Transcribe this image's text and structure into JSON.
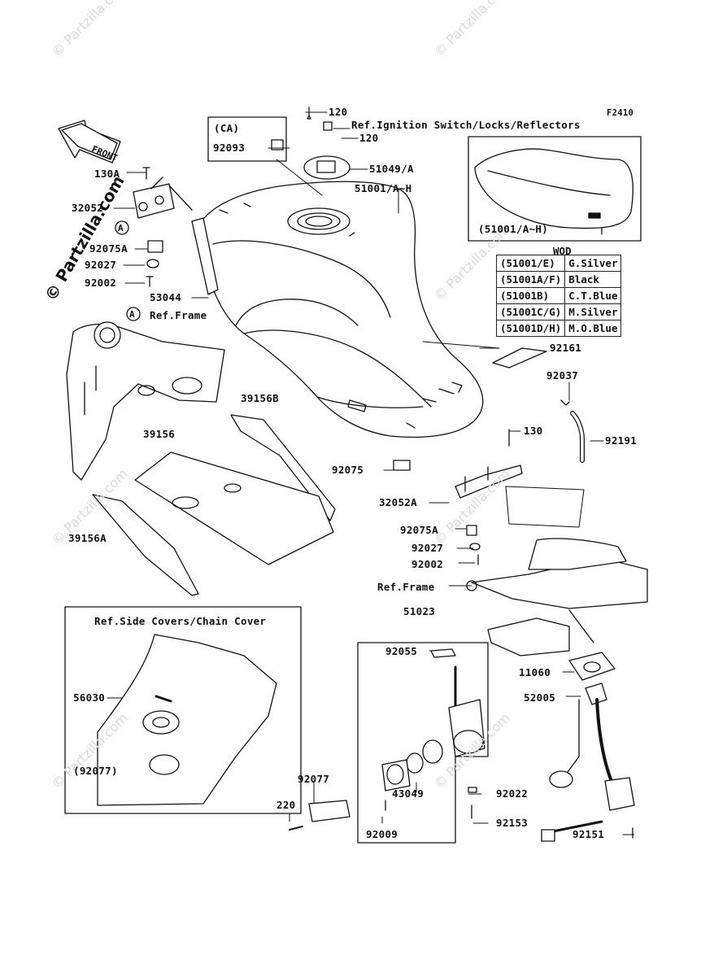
{
  "figure_code": "F2410",
  "watermark": "© Partzilla.com",
  "side_watermark": "© Partzilla.com",
  "front_label": "FRONT",
  "callout_a": "A",
  "labels": {
    "p120a": "120",
    "p120b": "120",
    "ref_ignition": "Ref.Ignition Switch/Locks/Reflectors",
    "ca": "(CA)",
    "p92093": "92093",
    "p51049": "51049/A",
    "p51001": "51001/A~H",
    "p51001_inset": "(51001/A~H)",
    "p130a": "130A",
    "p32052": "32052",
    "p92075a_top": "92075A",
    "p92027_top": "92027",
    "p92002_top": "92002",
    "p53044": "53044",
    "ref_frame_top": "Ref.Frame",
    "p92161": "92161",
    "p92037": "92037",
    "p39156b": "39156B",
    "p39156": "39156",
    "p130": "130",
    "p92191": "92191",
    "p92075": "92075",
    "p32052a": "32052A",
    "p39156a": "39156A",
    "p92075a_bot": "92075A",
    "p92027_bot": "92027",
    "p92002_bot": "92002",
    "ref_frame_bot": "Ref.Frame",
    "p51023": "51023",
    "ref_side_covers": "Ref.Side Covers/Chain Cover",
    "p92055": "92055",
    "p11060": "11060",
    "p56030": "56030",
    "p52005": "52005",
    "p92077_paren": "(92077)",
    "p92077": "92077",
    "p43049": "43049",
    "p92022": "92022",
    "p220": "220",
    "p92153": "92153",
    "p92009": "92009",
    "p92151": "92151"
  },
  "wod_table": {
    "title": "WOD",
    "rows": [
      {
        "code": "(51001/E)",
        "color": "G.Silver"
      },
      {
        "code": "(51001A/F)",
        "color": "Black"
      },
      {
        "code": "(51001B)",
        "color": "C.T.Blue"
      },
      {
        "code": "(51001C/G)",
        "color": "M.Silver"
      },
      {
        "code": "(51001D/H)",
        "color": "M.O.Blue"
      }
    ]
  }
}
